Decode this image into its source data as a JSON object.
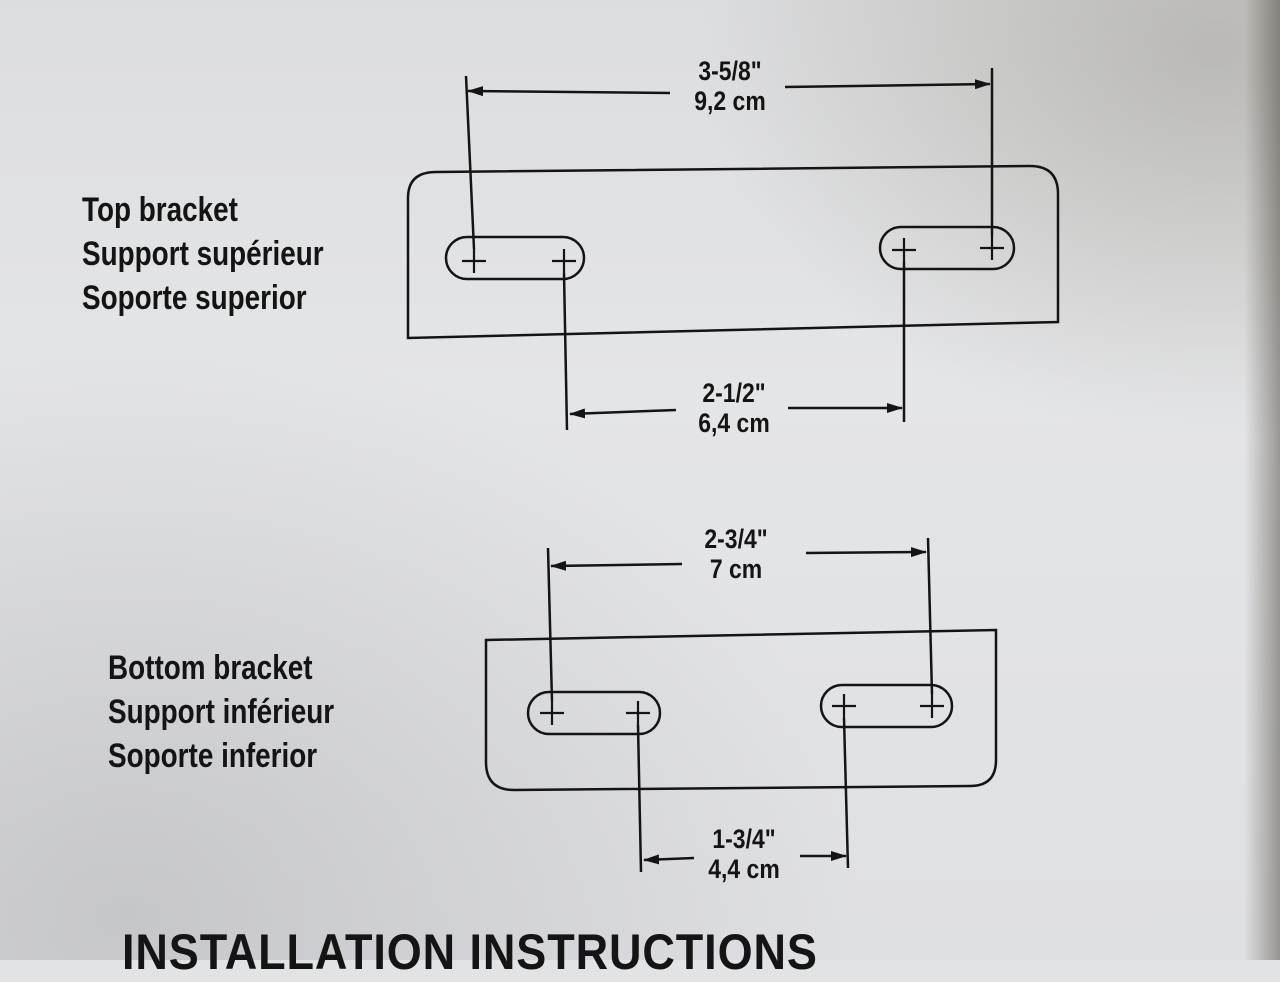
{
  "top_bracket": {
    "labels": [
      "Top bracket",
      "Support supérieur",
      "Soporte superior"
    ],
    "outer_dimension": {
      "imperial": "3-5/8\"",
      "metric": "9,2 cm"
    },
    "inner_dimension": {
      "imperial": "2-1/2\"",
      "metric": "6,4 cm"
    }
  },
  "bottom_bracket": {
    "labels": [
      "Bottom bracket",
      "Support inférieur",
      "Soporte inferior"
    ],
    "outer_dimension": {
      "imperial": "2-3/4\"",
      "metric": "7 cm"
    },
    "inner_dimension": {
      "imperial": "1-3/4\"",
      "metric": "4,4 cm"
    }
  },
  "footer": {
    "title": "INSTALLATION INSTRUCTIONS"
  },
  "colors": {
    "ink": "#141414",
    "paper": "#e2e3e5"
  }
}
